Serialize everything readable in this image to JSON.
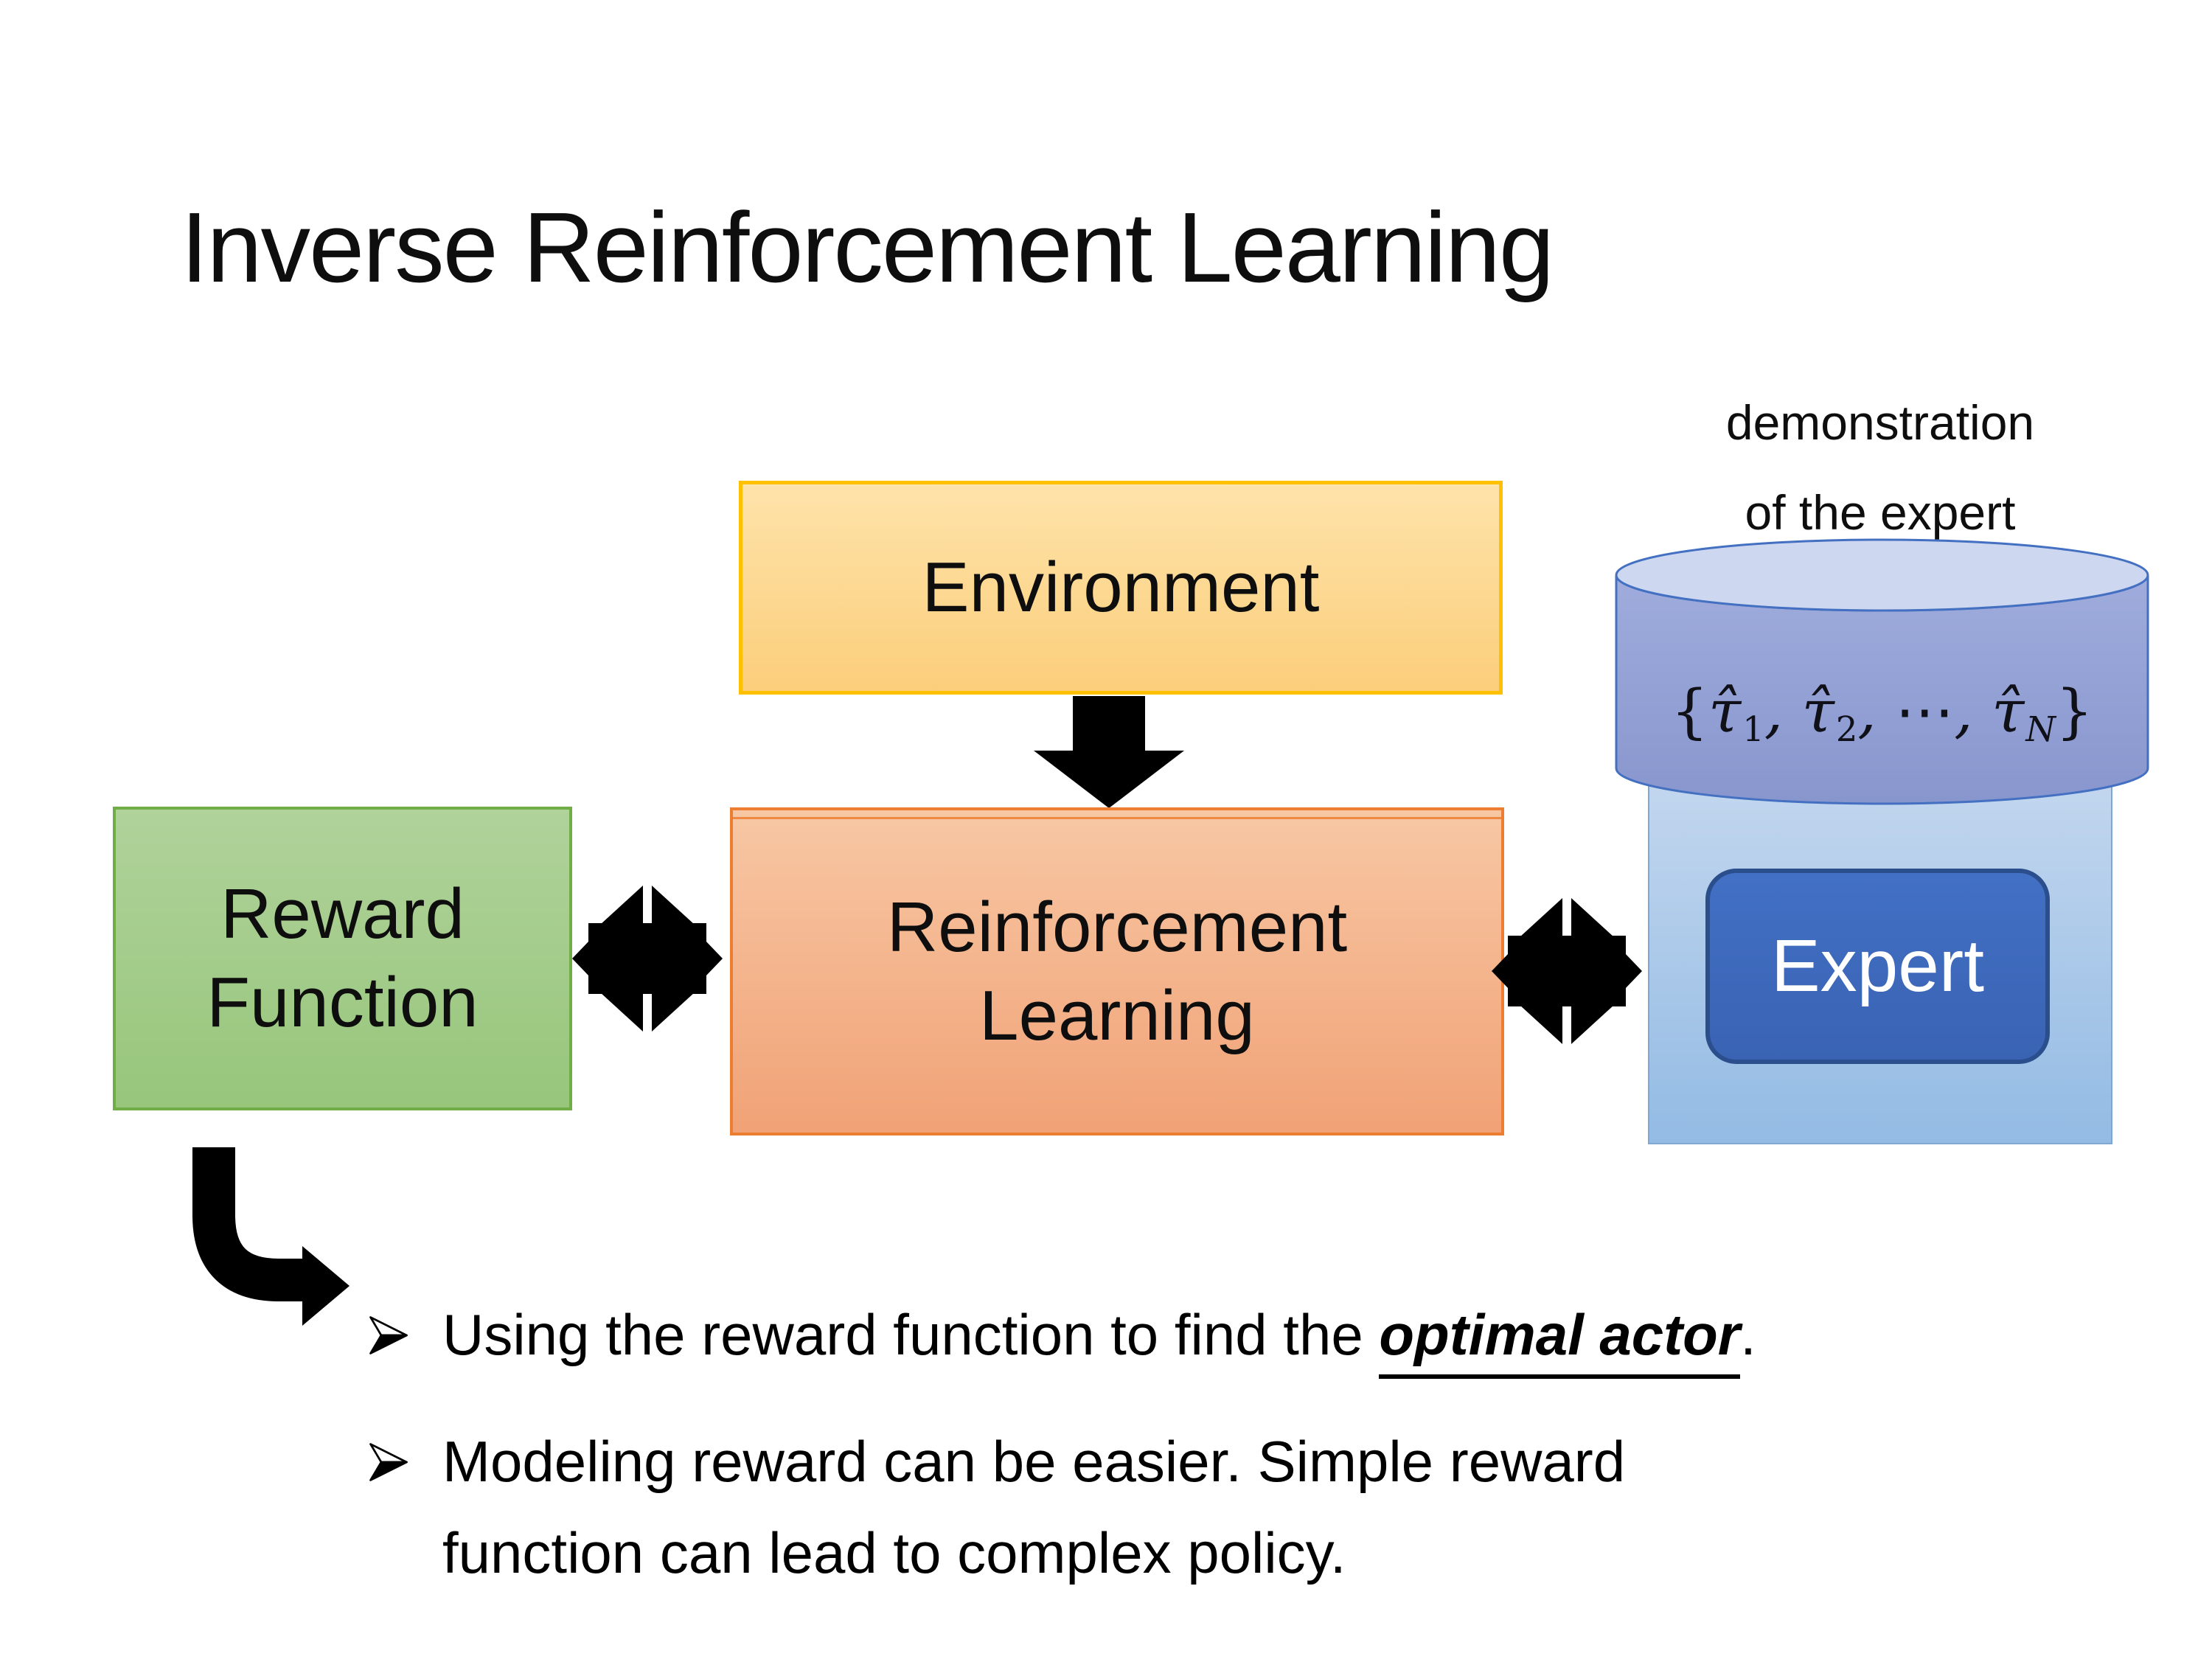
{
  "slide": {
    "title": "Inverse Reinforcement Learning",
    "demo_caption": {
      "line1": "demonstration",
      "line2": "of the expert"
    },
    "environment": {
      "label": "Environment"
    },
    "reward_function": {
      "line1": "Reward",
      "line2": "Function"
    },
    "reinforcement_learning": {
      "line1": "Reinforcement",
      "line2": "Learning"
    },
    "expert": {
      "label": "Expert"
    },
    "formula": {
      "open": "{",
      "tau": "τ̂",
      "sub1": "1",
      "sub2": "2",
      "subN": "N",
      "sep": ", ",
      "dots": "⋯",
      "close": "}"
    },
    "bullets": {
      "item1": {
        "pre": "Using the reward function to find the ",
        "emphasis": "optimal actor",
        "post": "."
      },
      "item2": {
        "line1": "Modeling reward can be easier. Simple reward",
        "line2": "function can lead to complex policy."
      }
    },
    "colors": {
      "environment_fill_top": "#FEE3AA",
      "environment_fill_bottom": "#FBCE7B",
      "environment_border": "#FFC000",
      "reward_fill_top": "#B0D29B",
      "reward_fill_bottom": "#97C67B",
      "reward_border": "#70AD47",
      "rl_fill_top": "#F7C7A4",
      "rl_fill_bottom": "#F1A276",
      "rl_border": "#ED7D31",
      "expert_panel_top": "#C2D6EE",
      "expert_panel_bottom": "#93BBE4",
      "expert_fill": "#3D69BD",
      "expert_border": "#2B4E8C",
      "cylinder_top_face": "#CED7F0",
      "cylinder_body_top": "#9FACDC",
      "cylinder_body_bottom": "#8896CE",
      "cylinder_border": "#4470C2",
      "arrow": "#000000"
    },
    "icons": {
      "down_arrow": "block-arrow-down",
      "left_double_arrow": "double-headed-cross-arrow",
      "right_double_arrow": "double-headed-cross-arrow",
      "elbow_arrow": "bent-right-arrow",
      "bullet_marker": "3d-right-arrowhead",
      "database": "database-cylinder"
    }
  }
}
